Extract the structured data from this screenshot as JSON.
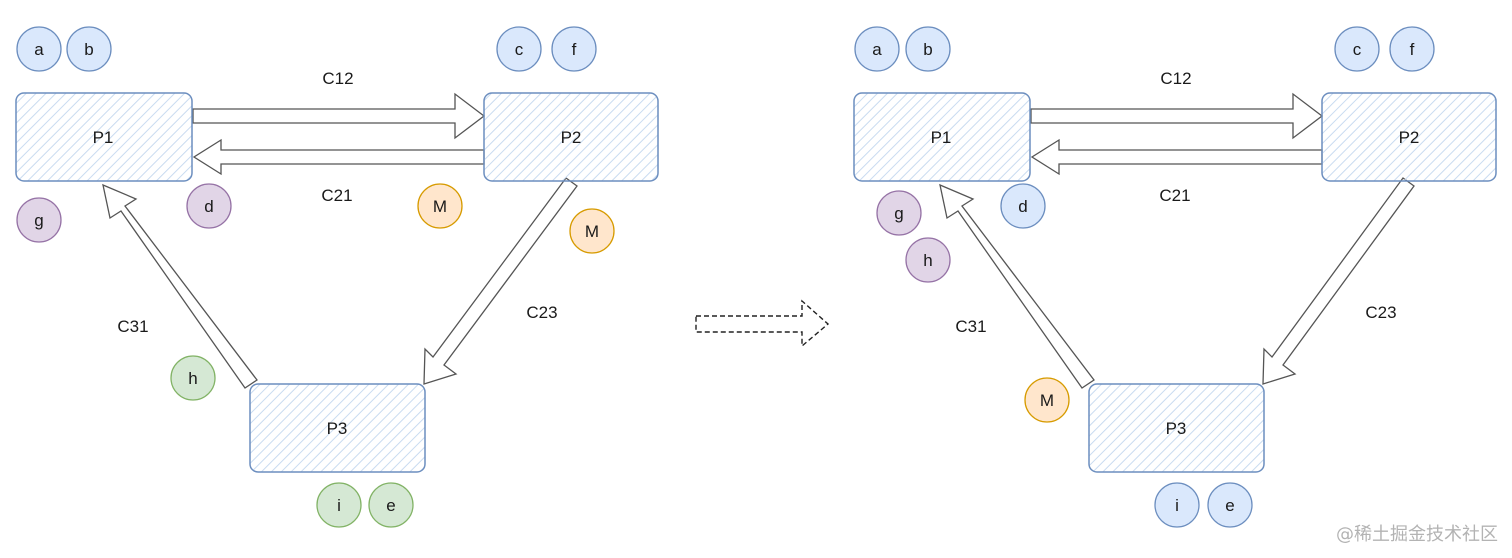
{
  "colors": {
    "box_stroke": "#6c8ebf",
    "box_hatch": "#c9dbf0",
    "arrow_stroke": "#555555",
    "blue_fill": "#dae8fc",
    "blue_stroke": "#6c8ebf",
    "purple_fill": "#e1d5e7",
    "purple_stroke": "#9673a6",
    "orange_fill": "#ffe6cc",
    "orange_stroke": "#d79b00",
    "green_fill": "#d5e8d4",
    "green_stroke": "#82b366"
  },
  "left": {
    "boxes": [
      {
        "id": "p1",
        "label": "P1"
      },
      {
        "id": "p2",
        "label": "P2"
      },
      {
        "id": "p3",
        "label": "P3"
      }
    ],
    "channels": [
      {
        "id": "c12",
        "label": "C12"
      },
      {
        "id": "c21",
        "label": "C21"
      },
      {
        "id": "c23",
        "label": "C23"
      },
      {
        "id": "c31",
        "label": "C31"
      }
    ],
    "tokens": [
      {
        "label": "a",
        "color": "blue"
      },
      {
        "label": "b",
        "color": "blue"
      },
      {
        "label": "c",
        "color": "blue"
      },
      {
        "label": "f",
        "color": "blue"
      },
      {
        "label": "g",
        "color": "purple"
      },
      {
        "label": "d",
        "color": "purple"
      },
      {
        "label": "M",
        "color": "orange"
      },
      {
        "label": "M",
        "color": "orange"
      },
      {
        "label": "h",
        "color": "green"
      },
      {
        "label": "i",
        "color": "green"
      },
      {
        "label": "e",
        "color": "green"
      }
    ]
  },
  "right": {
    "boxes": [
      {
        "id": "p1",
        "label": "P1"
      },
      {
        "id": "p2",
        "label": "P2"
      },
      {
        "id": "p3",
        "label": "P3"
      }
    ],
    "channels": [
      {
        "id": "c12",
        "label": "C12"
      },
      {
        "id": "c21",
        "label": "C21"
      },
      {
        "id": "c23",
        "label": "C23"
      },
      {
        "id": "c31",
        "label": "C31"
      }
    ],
    "tokens": [
      {
        "label": "a",
        "color": "blue"
      },
      {
        "label": "b",
        "color": "blue"
      },
      {
        "label": "c",
        "color": "blue"
      },
      {
        "label": "f",
        "color": "blue"
      },
      {
        "label": "g",
        "color": "purple"
      },
      {
        "label": "h",
        "color": "purple"
      },
      {
        "label": "d",
        "color": "blue"
      },
      {
        "label": "M",
        "color": "orange"
      },
      {
        "label": "i",
        "color": "blue"
      },
      {
        "label": "e",
        "color": "blue"
      }
    ]
  },
  "watermark": "@稀土掘金技术社区"
}
